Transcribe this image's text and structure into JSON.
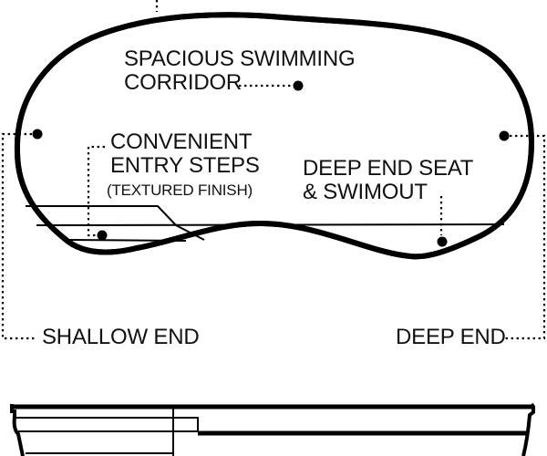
{
  "diagram": {
    "type": "swimming-pool-plan-and-section",
    "colors": {
      "ink": "#000000",
      "background": "#ffffff",
      "text": "#111111"
    },
    "labels": {
      "swimming_corridor": "SPACIOUS SWIMMING\nCORRIDOR",
      "entry_steps": "CONVENIENT\nENTRY STEPS",
      "entry_steps_note": "(TEXTURED FINISH)",
      "deep_end_seat": "DEEP END SEAT\n& SWIMOUT",
      "shallow_end": "SHALLOW END",
      "deep_end": "DEEP END"
    }
  }
}
